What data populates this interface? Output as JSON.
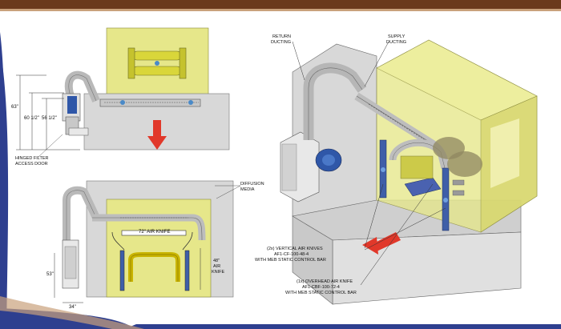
{
  "colors": {
    "top_bar": "#6b3a1c",
    "accent_bar": "#c9a17c",
    "side_wave": "#2e3f8f",
    "wall_gray": "#d8d8d8",
    "yellow_fill": "#e6e78a",
    "yellow_dark": "#b9b84a",
    "arrow_red": "#e1382a"
  },
  "top_left_view": {
    "dim_overall": "63\"",
    "dim_mid": "60 1/2\"",
    "dim_inner": "56 1/2\"",
    "hinged_filter_label_line1": "HINGED FILTER",
    "hinged_filter_label_line2": "ACCESS DOOR"
  },
  "bottom_left_view": {
    "diffusion_label_line1": "DIFFUSION",
    "diffusion_label_line2": "MEDIA",
    "air_knife_72": "72\" AIR KNIFE",
    "air_knife_48_line1": "48\"",
    "air_knife_48_line2": "AIR",
    "air_knife_48_line3": "KNIFE",
    "dim_53": "53\"",
    "dim_34": "34\""
  },
  "iso_view": {
    "return_ducting_line1": "RETURN",
    "return_ducting_line2": "DUCTING",
    "supply_ducting_line1": "SUPPLY",
    "supply_ducting_line2": "DUCTING",
    "vertical_knives_line1": "(2x) VERTICAL AIR KNIVES",
    "vertical_knives_line2": "AF1-CF-100-48-4",
    "vertical_knives_line3": "WITH MEB STATIC CONTROL BAR",
    "overhead_knife_line1": "(1x) OVERHEAD AIR KNIFE",
    "overhead_knife_line2": "AF1-CBF-100-72-4",
    "overhead_knife_line3": "WITH MEB STATIC CONTROL BAR",
    "side_label": "←"
  }
}
